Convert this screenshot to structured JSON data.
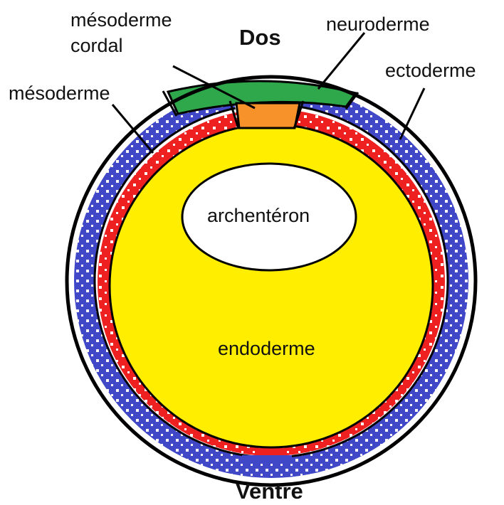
{
  "diagram": {
    "labels": {
      "dos": "Dos",
      "ventre": "Ventre",
      "mesoderme_cordal_1": "mésoderme",
      "mesoderme_cordal_2": "cordal",
      "neuroderme": "neuroderme",
      "ectoderme": "ectoderme",
      "mesoderme": "mésoderme",
      "archenteron": "archentéron",
      "endoderme": "endoderme"
    },
    "colors": {
      "outline": "#000000",
      "ectoderme": "#4048c8",
      "mesoderme": "#ee2020",
      "endoderme": "#ffee00",
      "neuroderme": "#2ea84a",
      "mesoderme_cordal": "#f7922a",
      "background": "#ffffff"
    }
  }
}
